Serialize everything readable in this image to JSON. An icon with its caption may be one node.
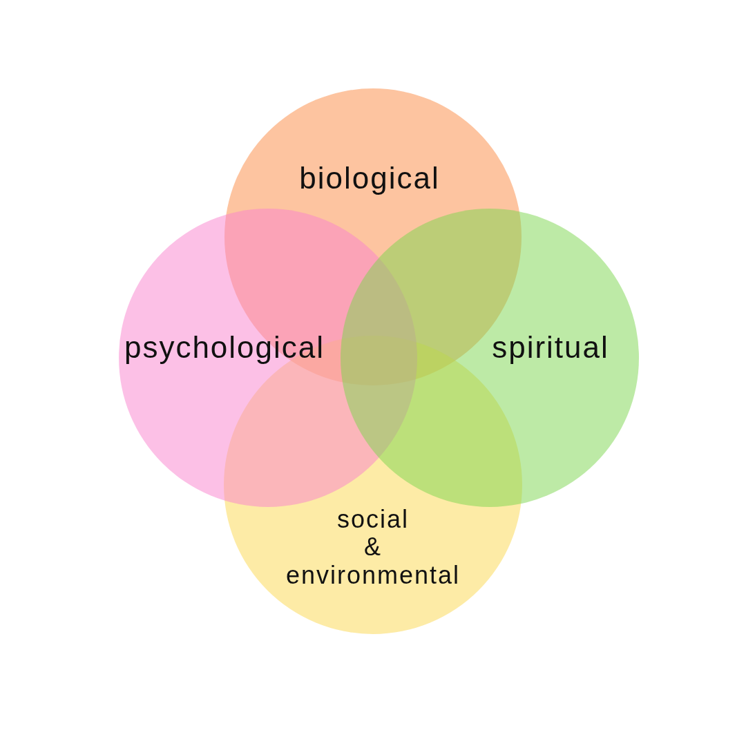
{
  "diagram": {
    "nodes": [
      {
        "text": [
          "biological"
        ]
      },
      {
        "text": [
          "psychological"
        ]
      },
      {
        "text": [
          "spiritual"
        ]
      },
      {
        "text": [
          "social & environmental"
        ]
      }
    ]
  }
}
